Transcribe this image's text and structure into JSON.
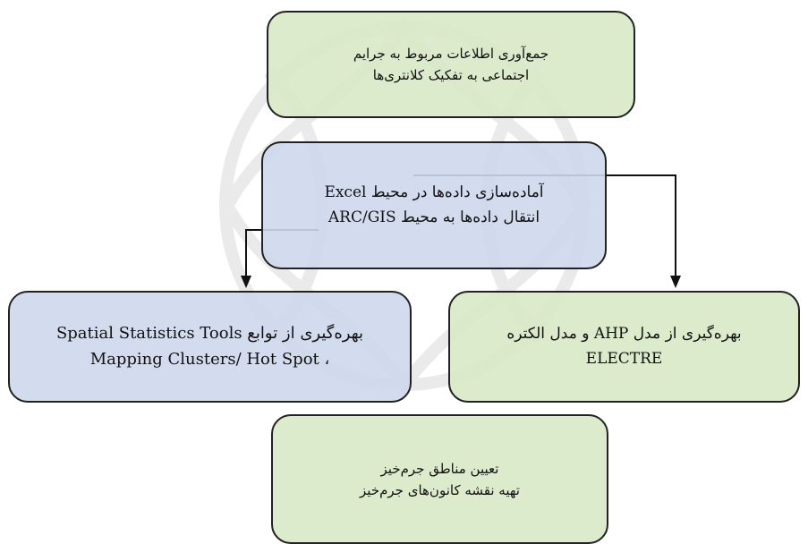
{
  "boxes": {
    "collect": {
      "line1": "جمع‌آوری اطلاعات مربوط به جرایم",
      "line2": "اجتماعی به تفکیک کلانتری‌ها"
    },
    "prepare": {
      "line1": "آماده‌سازی داده‌ها در محیط Excel",
      "line2": "انتقال داده‌ها به محیط ARC/GIS"
    },
    "spatial": {
      "line1": "بهره‌گیری از توابع Spatial Statistics Tools",
      "line2": "Mapping Clusters/ Hot Spot ،"
    },
    "ahp": {
      "line1": "بهره‌گیری از مدل AHP و مدل الکتره",
      "line2": "ELECTRE"
    },
    "result": {
      "line1": "تعیین مناطق جرم‌خیز",
      "line2": "تهیه نقشه کانون‌های جرم‌خیز"
    }
  },
  "colors": {
    "green_box": "#d6e8c4",
    "blue_box": "#ced8ec",
    "border": "#222222"
  }
}
